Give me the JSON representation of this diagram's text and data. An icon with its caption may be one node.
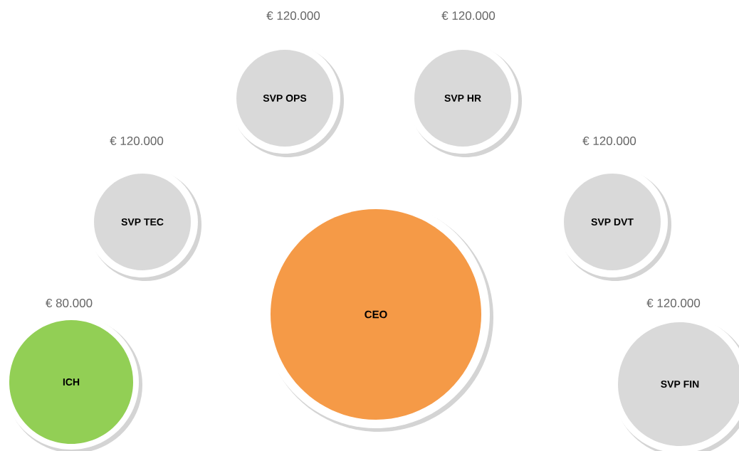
{
  "diagram": {
    "nodes": [
      {
        "text": [
          "SVP OPS"
        ],
        "beside": [
          "€ 120.000"
        ]
      },
      {
        "text": [
          "SVP HR"
        ],
        "beside": [
          "€ 120.000"
        ]
      },
      {
        "text": [
          "SVP TEC"
        ],
        "beside": [
          "€ 120.000"
        ]
      },
      {
        "text": [
          "SVP DVT"
        ],
        "beside": [
          "€ 120.000"
        ]
      },
      {
        "text": [
          "CEO"
        ]
      },
      {
        "text": [
          "ICH"
        ],
        "beside": [
          "€ 80.000"
        ]
      },
      {
        "text": [
          "SVP FIN"
        ],
        "beside": [
          "€ 120.000"
        ]
      }
    ]
  }
}
